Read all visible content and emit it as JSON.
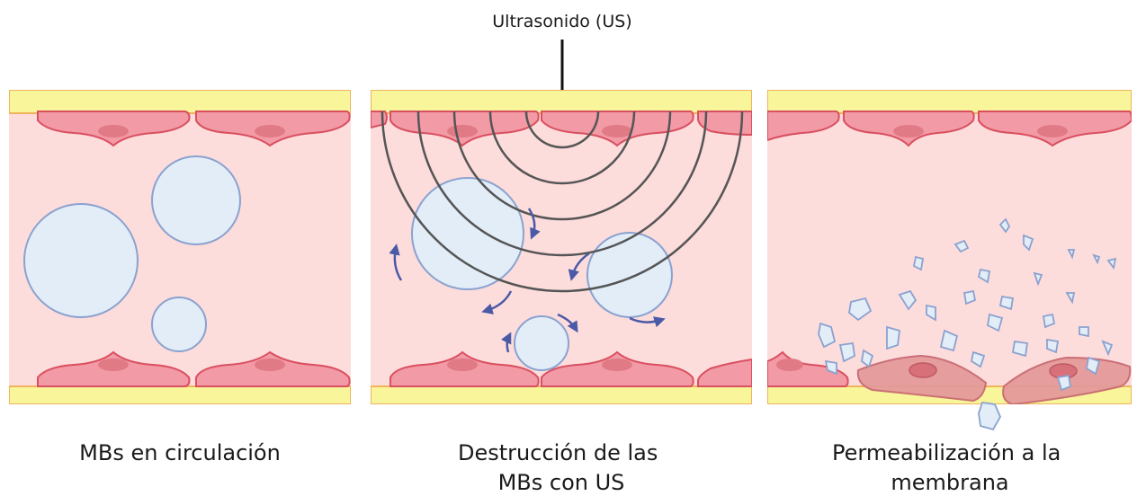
{
  "top_label": "Ultrasonido (US)",
  "panels": [
    {
      "caption_lines": [
        "MBs en circulación"
      ]
    },
    {
      "caption_lines": [
        "Destrucción de las",
        "MBs con US"
      ]
    },
    {
      "caption_lines": [
        "Permeabilización a la",
        "membrana"
      ]
    }
  ],
  "colors": {
    "vessel_lumen": "#fddcdc",
    "vessel_wall": "#f8f59a",
    "wall_border": "#efb35e",
    "endothelial_cell": "#f29aa6",
    "cell_outline": "#d95060",
    "nucleus": "#e07a85",
    "microbubble": "#e3edf8",
    "microbubble_outline": "#8aa2cf",
    "wave": "#555555",
    "flow_arrow": "#4a5aa6",
    "damaged_cell": "#e49a9a"
  }
}
